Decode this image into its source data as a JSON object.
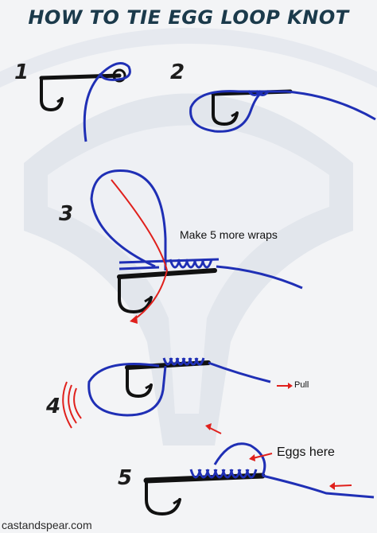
{
  "title": "HOW TO TIE EGG LOOP KNOT",
  "steps": [
    "1",
    "2",
    "3",
    "4",
    "5"
  ],
  "annotations": {
    "wraps": "Make 5 more wraps",
    "pull": "Pull",
    "eggs": "Eggs here"
  },
  "credit": "castandspear.com",
  "colors": {
    "line": "#1f2fb5",
    "hook": "#111111",
    "arrow": "#e0201c",
    "title": "#1b3a4b",
    "background_watermark": "#dfe3ea"
  }
}
